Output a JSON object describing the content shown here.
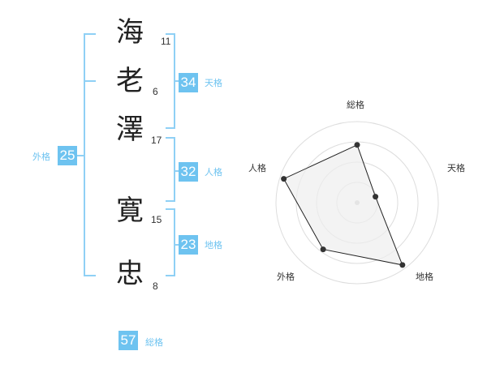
{
  "name": {
    "characters": [
      {
        "char": "海",
        "strokes": "11"
      },
      {
        "char": "老",
        "strokes": "6"
      },
      {
        "char": "澤",
        "strokes": "17"
      },
      {
        "char": "寛",
        "strokes": "15"
      },
      {
        "char": "忠",
        "strokes": "8"
      }
    ]
  },
  "fortunes": {
    "tenkaku": {
      "value": "34",
      "label": "天格"
    },
    "jinkaku": {
      "value": "32",
      "label": "人格"
    },
    "chikaku": {
      "value": "23",
      "label": "地格"
    },
    "gaikaku": {
      "value": "25",
      "label": "外格"
    },
    "soukaku": {
      "value": "57",
      "label": "総格"
    }
  },
  "colors": {
    "accent": "#6EC3F0",
    "bracket": "#8FD0F5",
    "label": "#6EC3F0",
    "ring": "#DDDDDD",
    "fill": "#EEEEEE",
    "polygon_stroke": "#222222",
    "point": "#333333"
  },
  "chart_data": {
    "type": "radar",
    "axes": [
      "総格",
      "天格",
      "地格",
      "外格",
      "人格"
    ],
    "values": [
      3,
      1,
      4,
      3,
      4
    ],
    "max": 4,
    "rings": 4
  }
}
